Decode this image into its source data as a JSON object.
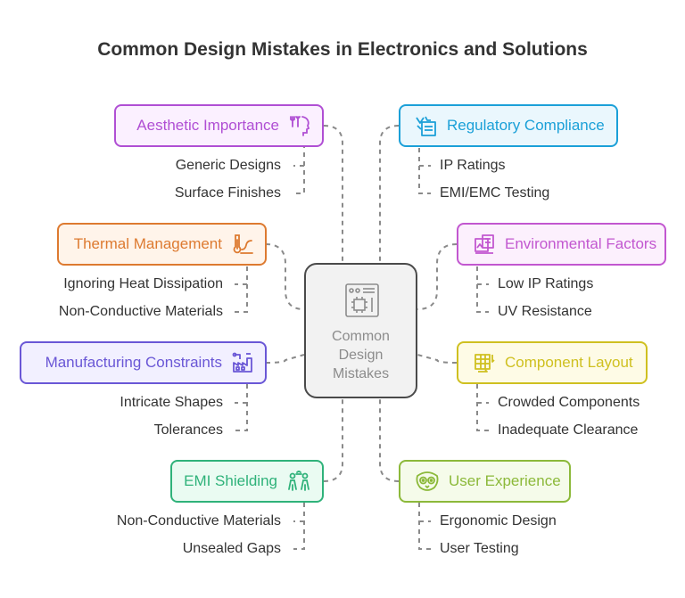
{
  "title": "Common Design Mistakes in Electronics and Solutions",
  "center": {
    "label": [
      "Common",
      "Design",
      "Mistakes"
    ],
    "icon": "circuit-board-icon"
  },
  "categories": [
    {
      "label": "Aesthetic Importance",
      "icon": "head-tools-icon",
      "color": "#b04fd4",
      "fill": "#fbf0ff",
      "subs": [
        "Generic Designs",
        "Surface Finishes"
      ]
    },
    {
      "label": "Thermal Management",
      "icon": "thermometer-icon",
      "color": "#dd7a30",
      "fill": "#fff4ea",
      "subs": [
        "Ignoring Heat Dissipation",
        "Non-Conductive Materials"
      ]
    },
    {
      "label": "Manufacturing Constraints",
      "icon": "factory-icon",
      "color": "#6a57d6",
      "fill": "#f2f0ff",
      "subs": [
        "Intricate Shapes",
        "Tolerances"
      ]
    },
    {
      "label": "EMI Shielding",
      "icon": "people-signal-icon",
      "color": "#2fb27a",
      "fill": "#eafbf2",
      "subs": [
        "Non-Conductive Materials",
        "Unsealed Gaps"
      ]
    },
    {
      "label": "Regulatory Compliance",
      "icon": "compliance-icon",
      "color": "#1ba0d8",
      "fill": "#eaf7fd",
      "subs": [
        "IP Ratings",
        "EMI/EMC Testing"
      ]
    },
    {
      "label": "Environmental Factors",
      "icon": "environment-icon",
      "color": "#c257d0",
      "fill": "#fcf0fd",
      "subs": [
        "Low IP Ratings",
        "UV Resistance"
      ]
    },
    {
      "label": "Component Layout",
      "icon": "layout-grid-icon",
      "color": "#cfc020",
      "fill": "#fefbe6",
      "subs": [
        "Crowded Components",
        "Inadequate Clearance"
      ]
    },
    {
      "label": "User Experience",
      "icon": "owl-face-icon",
      "color": "#8cb93a",
      "fill": "#f5fbea",
      "subs": [
        "Ergonomic Design",
        "User Testing"
      ]
    }
  ]
}
